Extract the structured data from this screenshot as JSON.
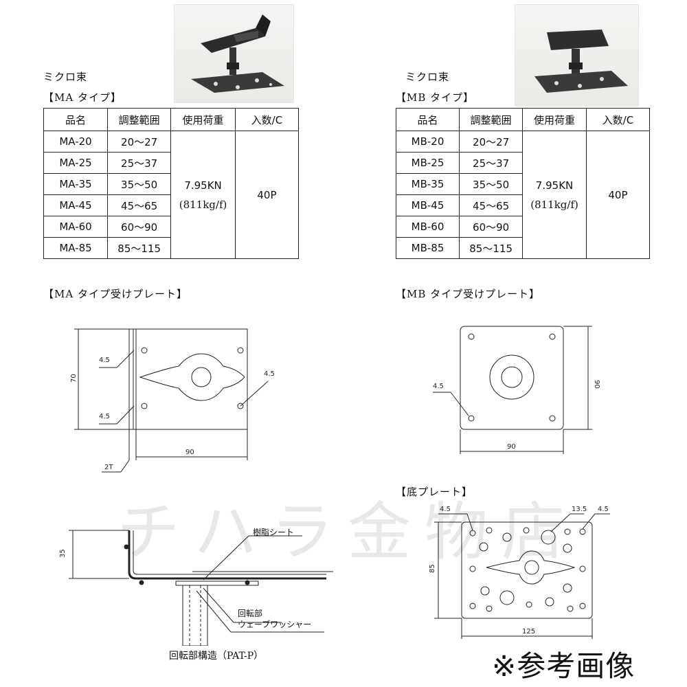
{
  "ma": {
    "series_label": "ミクロ束",
    "type_label": "【MA タイプ】",
    "headers": [
      "品名",
      "調整範囲",
      "使用荷重",
      "入数/C"
    ],
    "rows": [
      {
        "name": "MA-20",
        "range": "20〜27"
      },
      {
        "name": "MA-25",
        "range": "25〜37"
      },
      {
        "name": "MA-35",
        "range": "35〜50"
      },
      {
        "name": "MA-45",
        "range": "45〜65"
      },
      {
        "name": "MA-60",
        "range": "60〜90"
      },
      {
        "name": "MA-85",
        "range": "85〜115"
      }
    ],
    "load_kn": "7.95KN",
    "load_kg": "(811kg/f)",
    "qty": "40P",
    "plate_label": "【MA タイプ受けプレート】",
    "plate_dims": {
      "height": "70",
      "width": "90",
      "hole_top": "4.5",
      "hole_bottom": "4.5",
      "hole_right": "4.5",
      "thickness": "2T"
    }
  },
  "mb": {
    "series_label": "ミクロ束",
    "type_label": "【MB タイプ】",
    "headers": [
      "品名",
      "調整範囲",
      "使用荷重",
      "入数/C"
    ],
    "rows": [
      {
        "name": "MB-20",
        "range": "20〜27"
      },
      {
        "name": "MB-25",
        "range": "25〜37"
      },
      {
        "name": "MB-35",
        "range": "35〜50"
      },
      {
        "name": "MB-45",
        "range": "45〜65"
      },
      {
        "name": "MB-60",
        "range": "60〜90"
      },
      {
        "name": "MB-85",
        "range": "85〜115"
      }
    ],
    "load_kn": "7.95KN",
    "load_kg": "(811kg/f)",
    "qty": "40P",
    "plate_label": "【MB タイプ受けプレート】",
    "plate_dims": {
      "height": "90",
      "width": "90",
      "hole": "4.5"
    }
  },
  "base_plate": {
    "label": "【底プレート】",
    "dims": {
      "height": "85",
      "width": "125",
      "hole_left": "4.5",
      "hole_center": "13.5",
      "hole_right": "4.5"
    }
  },
  "structure": {
    "caption": "回転部構造（PAT-P）",
    "height_dim": "35",
    "resin_sheet": "樹脂シート",
    "rotation_part": "回転部",
    "wave_washer": "ウェーブワッシャー"
  },
  "watermark": "チハラ金物店",
  "reference_note": "※参考画像"
}
